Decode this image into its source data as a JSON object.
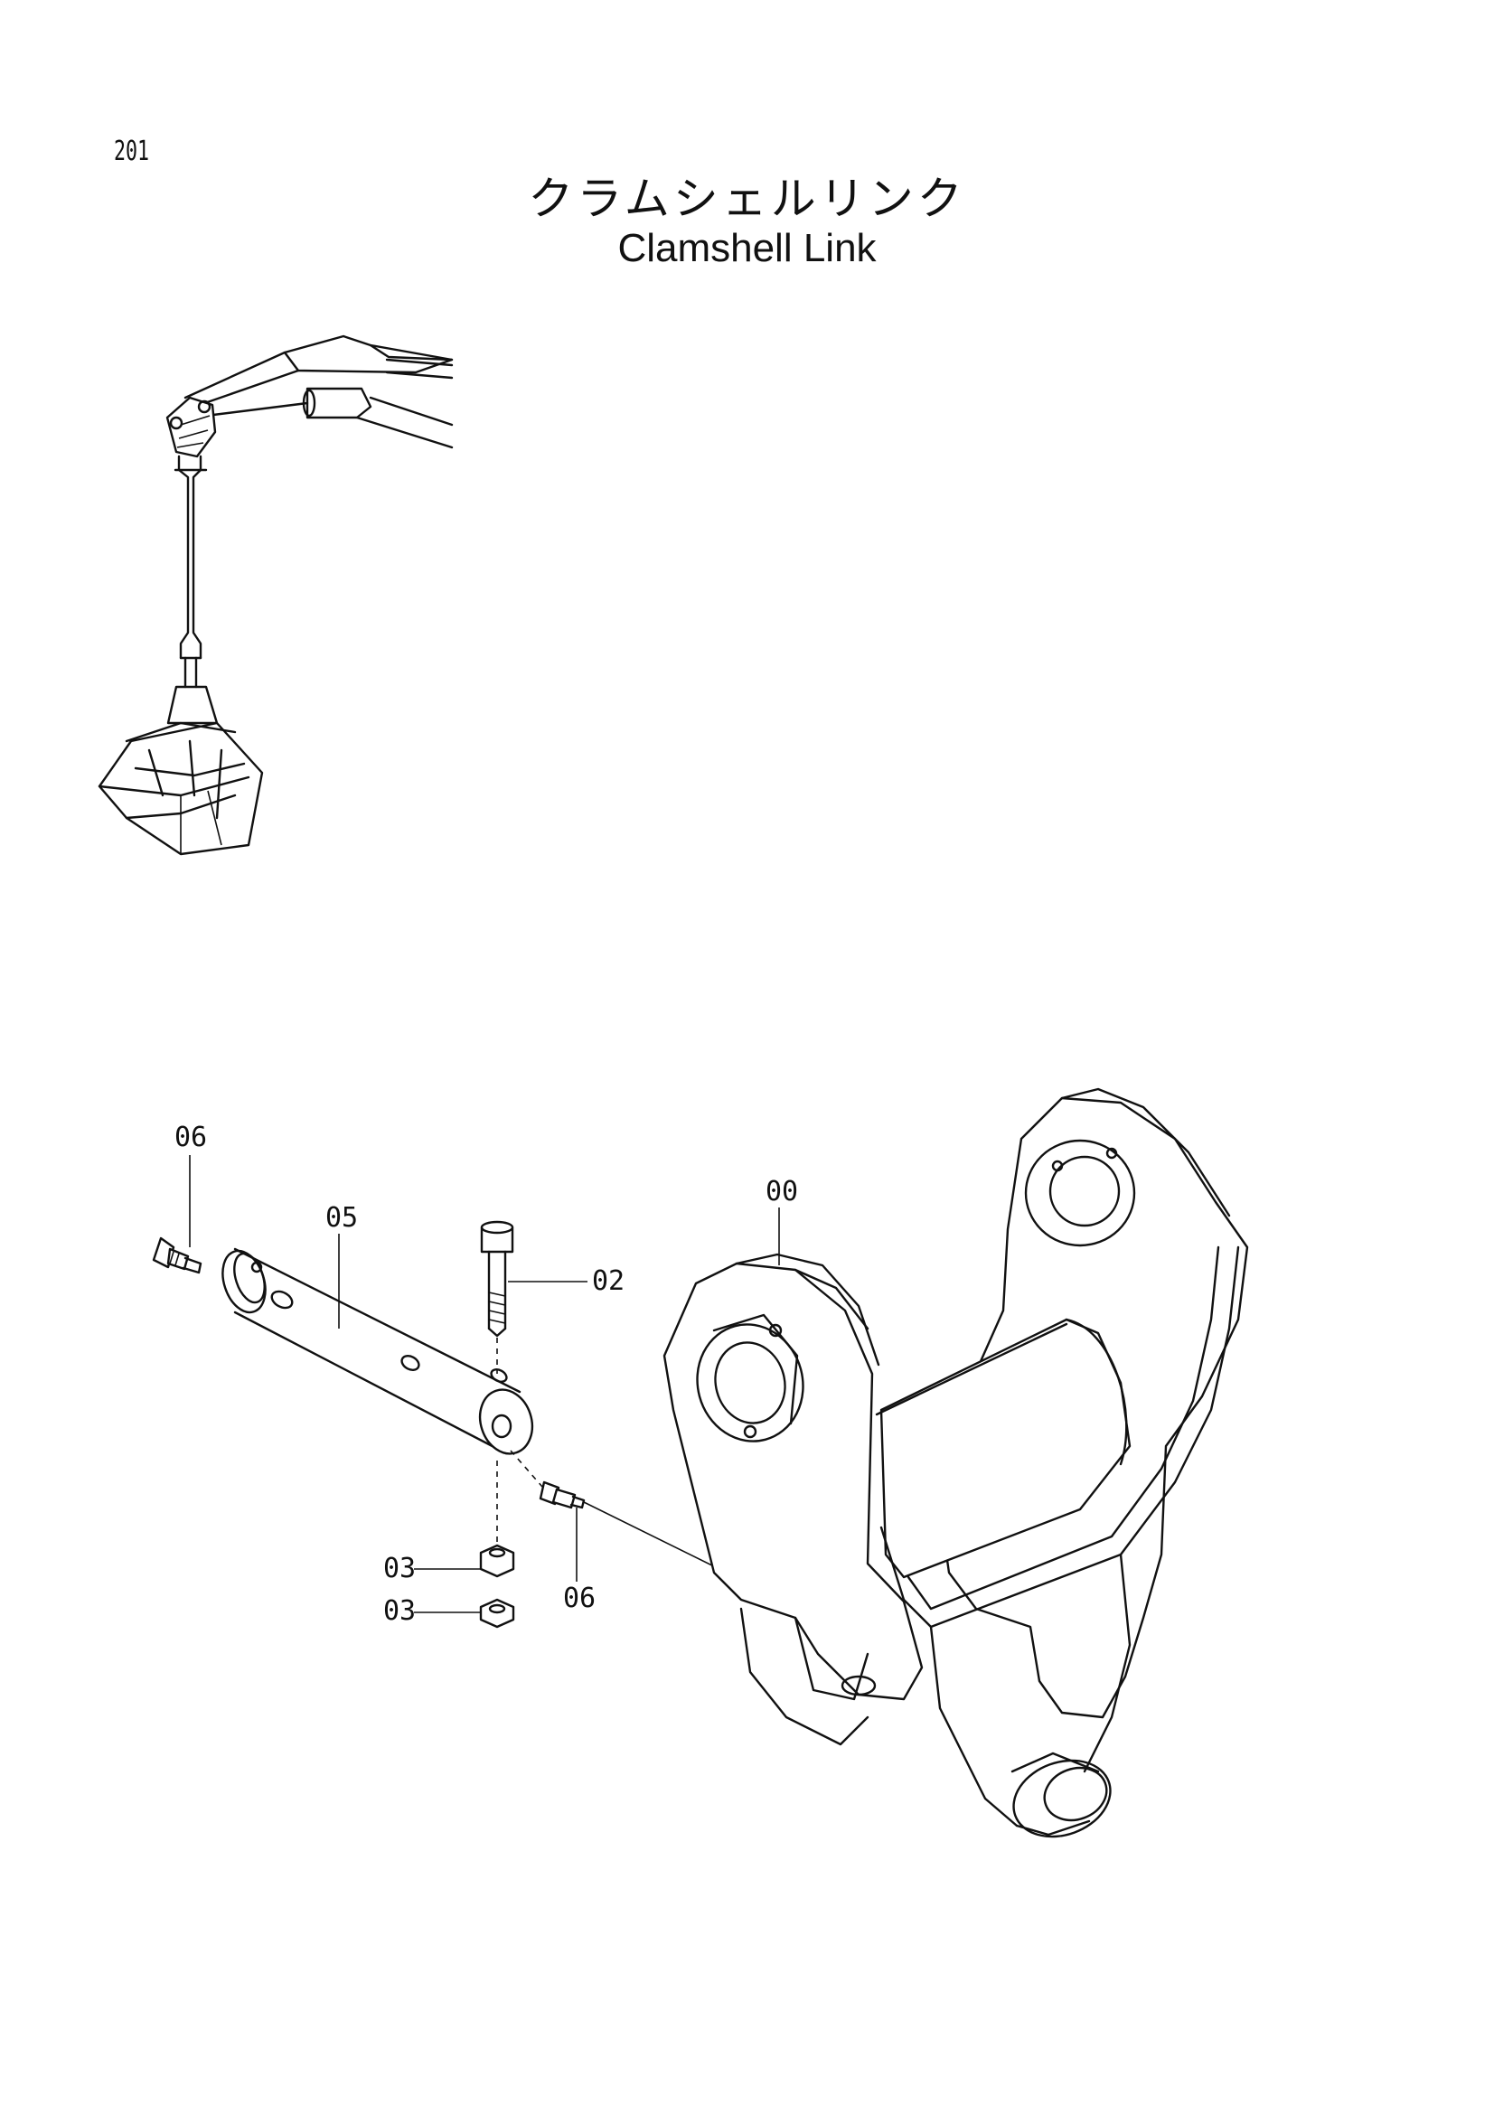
{
  "page_number": "201",
  "title": {
    "ja": "クラムシェルリンク",
    "en": "Clamshell Link"
  },
  "callouts": {
    "c06_top": "06",
    "c05": "05",
    "c02": "02",
    "c00": "00",
    "c03_a": "03",
    "c03_b": "03",
    "c06_bottom": "06"
  }
}
